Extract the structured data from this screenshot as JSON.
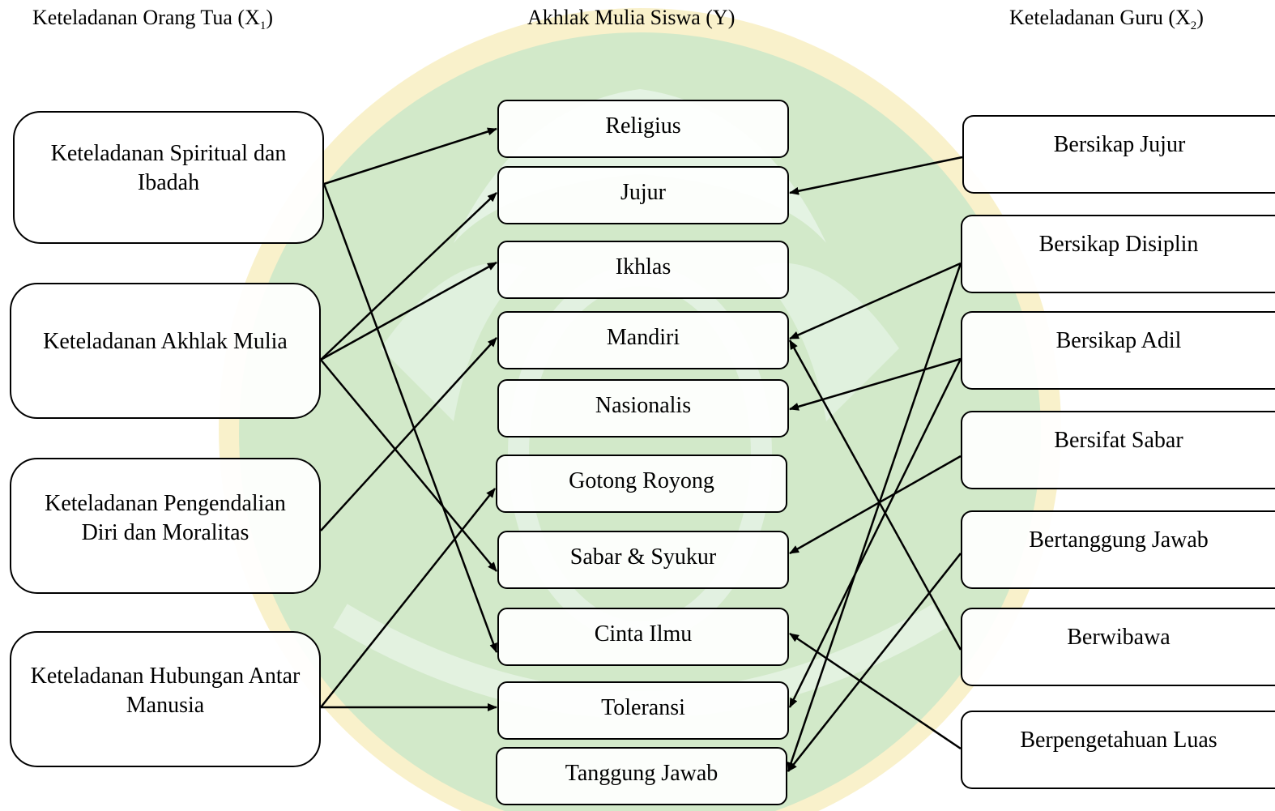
{
  "headers": {
    "left": {
      "text": "Keteladanan Orang Tua (X",
      "sub": "1",
      "close": ")"
    },
    "middle": {
      "text": "Akhlak Mulia Siswa (Y)"
    },
    "right": {
      "text": "Keteladanan Guru (X",
      "sub": "2",
      "close": ")"
    }
  },
  "parent_modeling": [
    "Keteladanan Spiritual dan Ibadah",
    "Keteladanan Akhlak Mulia",
    "Keteladanan Pengendalian Diri dan Moralitas",
    "Keteladanan Hubungan Antar Manusia"
  ],
  "student_character": [
    "Religius",
    "Jujur",
    "Ikhlas",
    "Mandiri",
    "Nasionalis",
    "Gotong Royong",
    "Sabar & Syukur",
    "Cinta Ilmu",
    "Toleransi",
    "Tanggung Jawab"
  ],
  "teacher_modeling": [
    "Bersikap Jujur",
    "Bersikap Disiplin",
    "Bersikap Adil",
    "Bersifat Sabar",
    "Bertanggung Jawab",
    "Berwibawa",
    "Berpengetahuan Luas"
  ],
  "links": [
    {
      "from": "Keteladanan Spiritual dan Ibadah",
      "to": "Religius"
    },
    {
      "from": "Keteladanan Spiritual dan Ibadah",
      "to": "Cinta Ilmu"
    },
    {
      "from": "Keteladanan Akhlak Mulia",
      "to": "Jujur"
    },
    {
      "from": "Keteladanan Akhlak Mulia",
      "to": "Ikhlas"
    },
    {
      "from": "Keteladanan Akhlak Mulia",
      "to": "Sabar & Syukur"
    },
    {
      "from": "Keteladanan Pengendalian Diri dan Moralitas",
      "to": "Mandiri"
    },
    {
      "from": "Keteladanan Hubungan Antar Manusia",
      "to": "Gotong Royong"
    },
    {
      "from": "Keteladanan Hubungan Antar Manusia",
      "to": "Toleransi"
    },
    {
      "from": "Bersikap Jujur",
      "to": "Jujur"
    },
    {
      "from": "Bersikap Disiplin",
      "to": "Mandiri"
    },
    {
      "from": "Bersikap Disiplin",
      "to": "Tanggung Jawab"
    },
    {
      "from": "Bersikap Adil",
      "to": "Nasionalis"
    },
    {
      "from": "Bersikap Adil",
      "to": "Toleransi"
    },
    {
      "from": "Bersifat Sabar",
      "to": "Sabar & Syukur"
    },
    {
      "from": "Bertanggung Jawab",
      "to": "Tanggung Jawab"
    },
    {
      "from": "Berwibawa",
      "to": "Mandiri"
    },
    {
      "from": "Berpengetahuan Luas",
      "to": "Cinta Ilmu"
    }
  ],
  "colors": {
    "watermark_green": "#bfe3c3",
    "watermark_yellow": "#f4e6a0",
    "stroke": "#000000"
  }
}
